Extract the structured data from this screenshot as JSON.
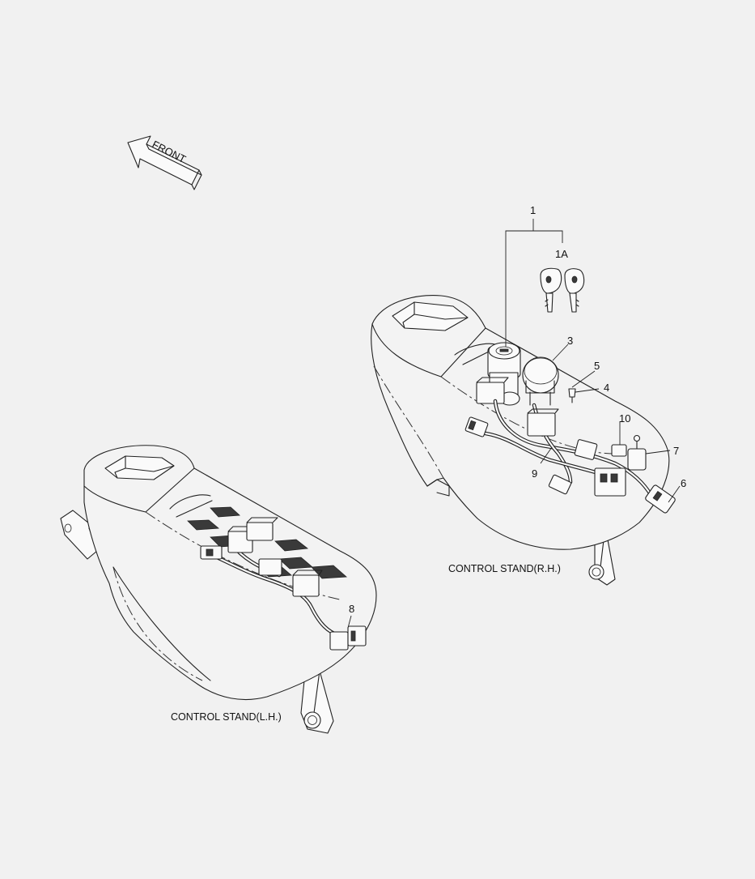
{
  "diagram": {
    "front_label": "FRONT",
    "captions": {
      "right": "CONTROL STAND(R.H.)",
      "left": "CONTROL STAND(L.H.)"
    },
    "callouts": {
      "c1": "1",
      "c1a": "1A",
      "c3": "3",
      "c4": "4",
      "c5": "5",
      "c6": "6",
      "c7": "7",
      "c8": "8",
      "c9": "9",
      "c10": "10"
    },
    "colors": {
      "background": "#f1f1f1",
      "line": "#222222",
      "panel": "#3a3a3a"
    }
  }
}
